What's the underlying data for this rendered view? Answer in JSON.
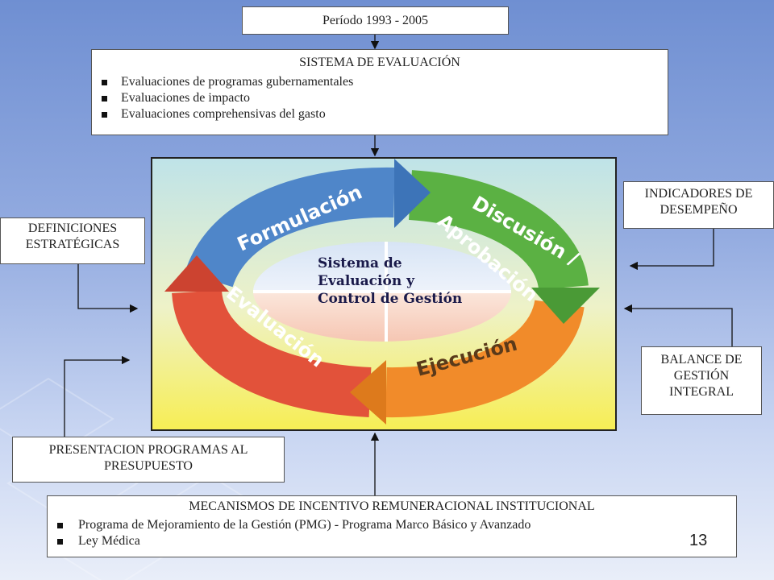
{
  "top_box": {
    "label": "Período 1993 - 2005"
  },
  "evaluation_system": {
    "title": "SISTEMA DE EVALUACIÓN",
    "items": [
      "Evaluaciones de programas gubernamentales",
      "Evaluaciones de impacto",
      "Evaluaciones comprehensivas del gasto"
    ]
  },
  "cycle": {
    "center_lines": [
      "Sistema de",
      "Evaluación y",
      "Control de Gestión"
    ],
    "stages": [
      {
        "label": "Formulación",
        "color": "#4f86c9"
      },
      {
        "label": "Discusión /",
        "label2": "Aprobación",
        "color": "#5bb143"
      },
      {
        "label": "Ejecución",
        "color": "#f18b2a"
      },
      {
        "label": "Evaluación",
        "color": "#e2523a"
      }
    ]
  },
  "side_boxes": {
    "definiciones": "DEFINICIONES ESTRATÉGICAS",
    "indicadores": "INDICADORES DE DESEMPEÑO",
    "balance": "BALANCE DE GESTIÓN INTEGRAL",
    "presentacion": "PRESENTACION PROGRAMAS AL PRESUPUESTO"
  },
  "incentive": {
    "title": "MECANISMOS DE INCENTIVO REMUNERACIONAL INSTITUCIONAL",
    "items": [
      "Programa de Mejoramiento de la Gestión (PMG) - Programa Marco Básico y Avanzado",
      "Ley Médica"
    ]
  },
  "page_number": "13"
}
